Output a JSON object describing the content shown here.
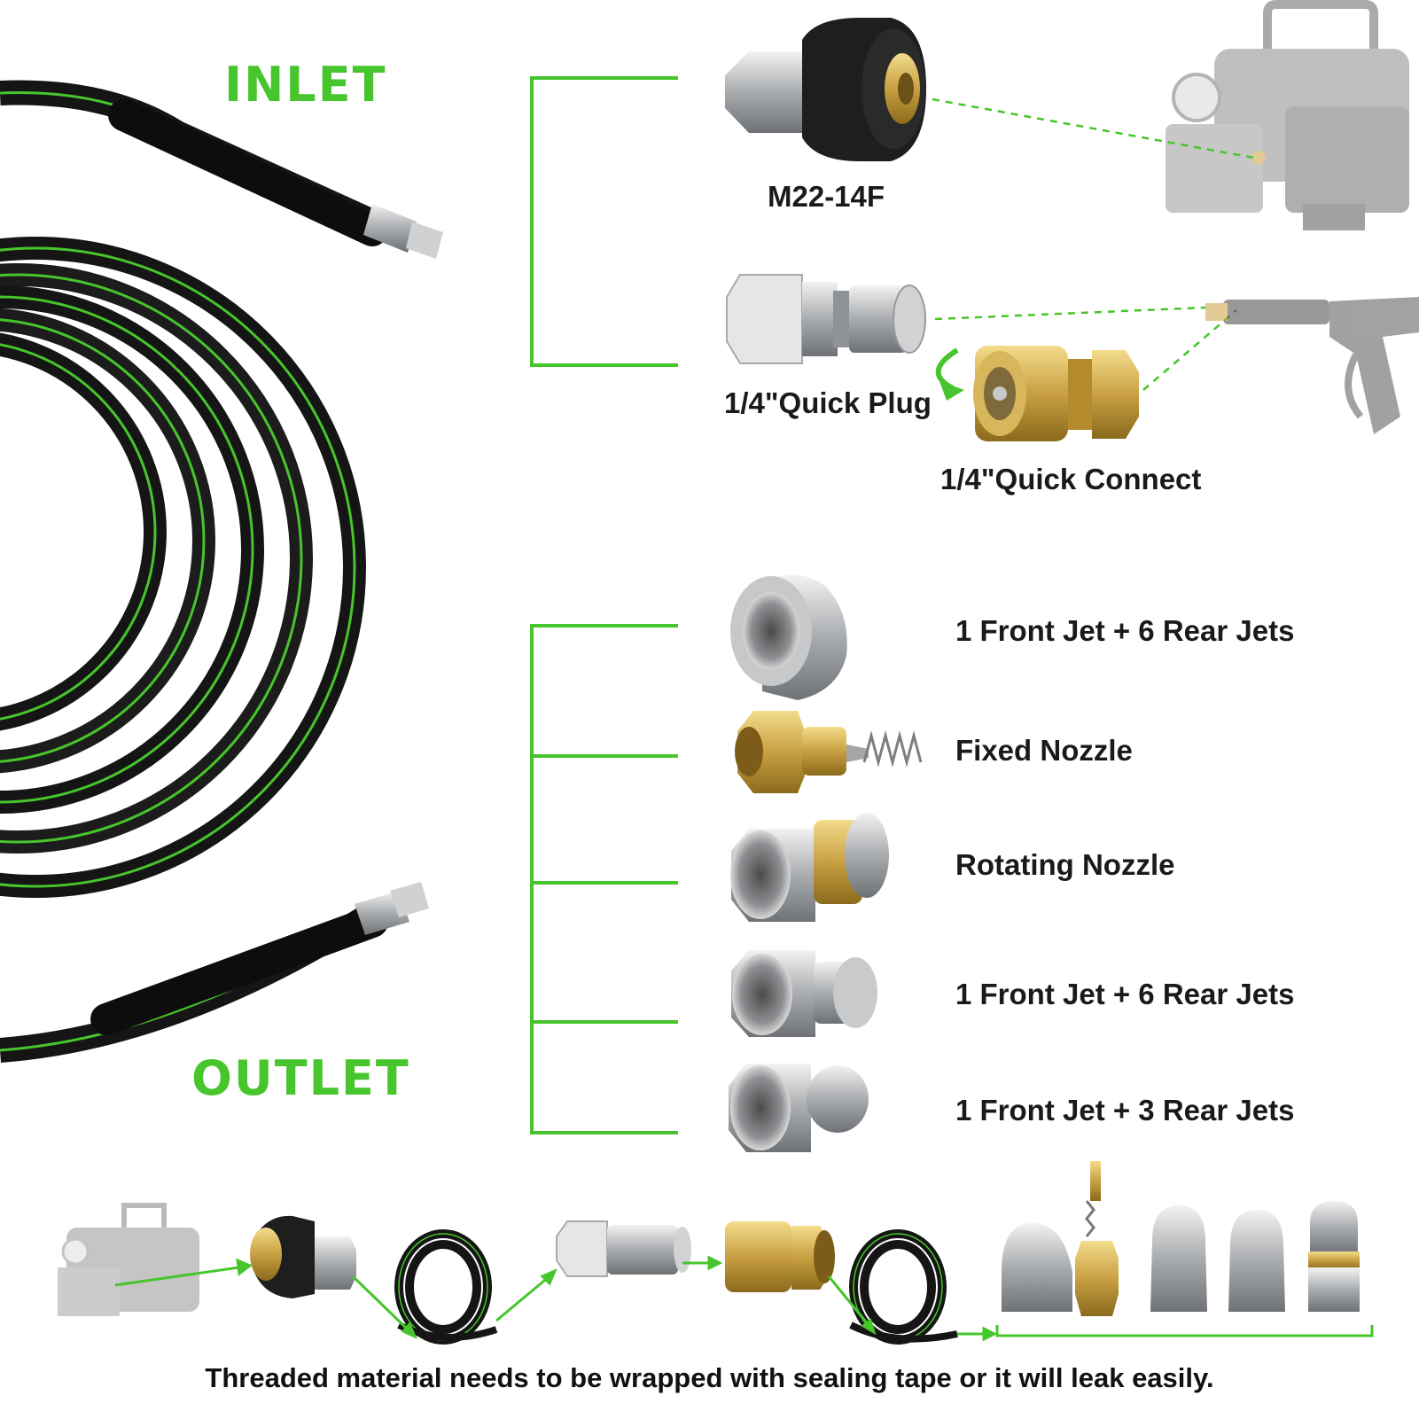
{
  "headers": {
    "inlet": "INLET",
    "outlet": "OUTLET"
  },
  "inlet_parts": [
    {
      "label": "M22-14F",
      "icon": "m22-14f-coupler-icon"
    },
    {
      "label": "1/4\"Quick Plug",
      "icon": "quick-plug-icon"
    },
    {
      "label": "1/4\"Quick Connect",
      "icon": "quick-connect-icon"
    }
  ],
  "nozzles": [
    {
      "label": "1 Front Jet + 6 Rear Jets",
      "icon": "button-nozzle-icon"
    },
    {
      "label": "Fixed Nozzle",
      "icon": "fixed-nozzle-icon"
    },
    {
      "label": "Rotating Nozzle",
      "icon": "rotating-nozzle-icon"
    },
    {
      "label": "1 Front Jet + 6 Rear Jets",
      "icon": "bullet-nozzle-6-icon"
    },
    {
      "label": "1 Front Jet + 3 Rear Jets",
      "icon": "bullet-nozzle-3-icon"
    }
  ],
  "note": "Threaded material needs to be wrapped with sealing tape or it will leak easily.",
  "colors": {
    "accent_green": "#47c52c",
    "hose": "#1c1c1c",
    "brass": "#c9a042",
    "steel": "#b9bcbf"
  }
}
